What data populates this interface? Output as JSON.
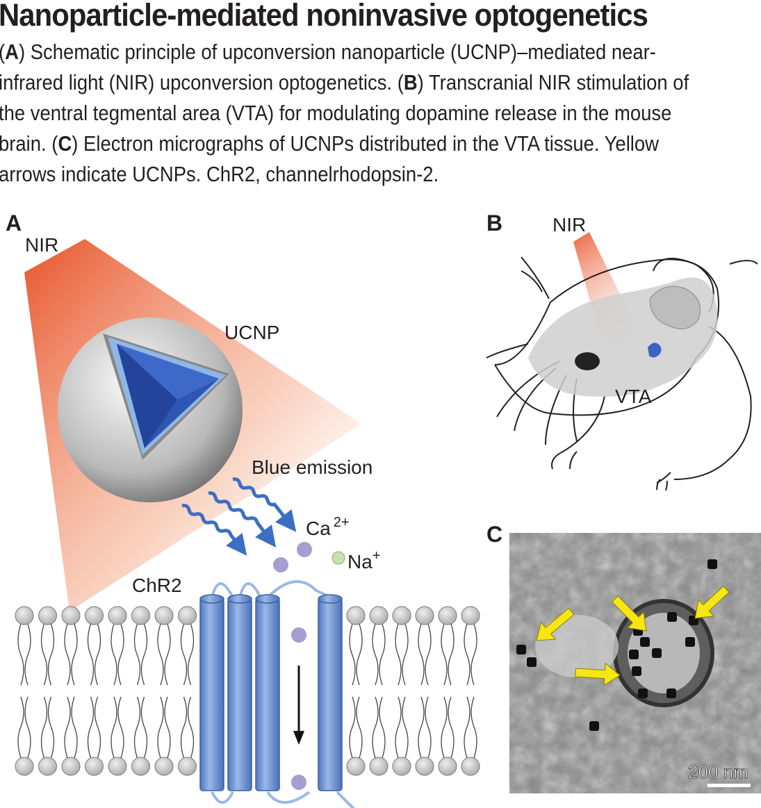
{
  "title": "Nanoparticle-mediated noninvasive optogenetics",
  "caption": {
    "a_tag": "A",
    "a_text": ") Schematic principle of upconversion nanoparticle (UCNP)–mediated near-infrared light (NIR) upconversion optogenetics. (",
    "b_tag": "B",
    "b_text": ") Transcranial NIR stimulation of the ventral tegmental area (VTA) for modulating dopamine release in the mouse brain. (",
    "c_tag": "C",
    "c_text": ") Electron micrographs of UCNPs distributed in the VTA tissue. Yellow arrows indicate UCNPs. ChR2, channelrhodopsin-2.",
    "open_paren": "("
  },
  "panel_a": {
    "label": "A",
    "nir": "NIR",
    "ucnp": "UCNP",
    "blue_emission": "Blue emission",
    "ca": "Ca",
    "ca_charge": "2+",
    "na": "Na",
    "na_charge": "+",
    "chr2": "ChR2"
  },
  "panel_b": {
    "label": "B",
    "nir": "NIR",
    "vta": "VTA"
  },
  "panel_c": {
    "label": "C",
    "scale_bar": "200 nm"
  },
  "colors": {
    "nir_orange": "#e8542a",
    "channel_blue": "#6d93d1",
    "ion_purple": "#a49fd0",
    "na_green": "#c8e0b0",
    "arrow_yellow": "#f5e614",
    "vta_blue": "#3b63c4"
  }
}
